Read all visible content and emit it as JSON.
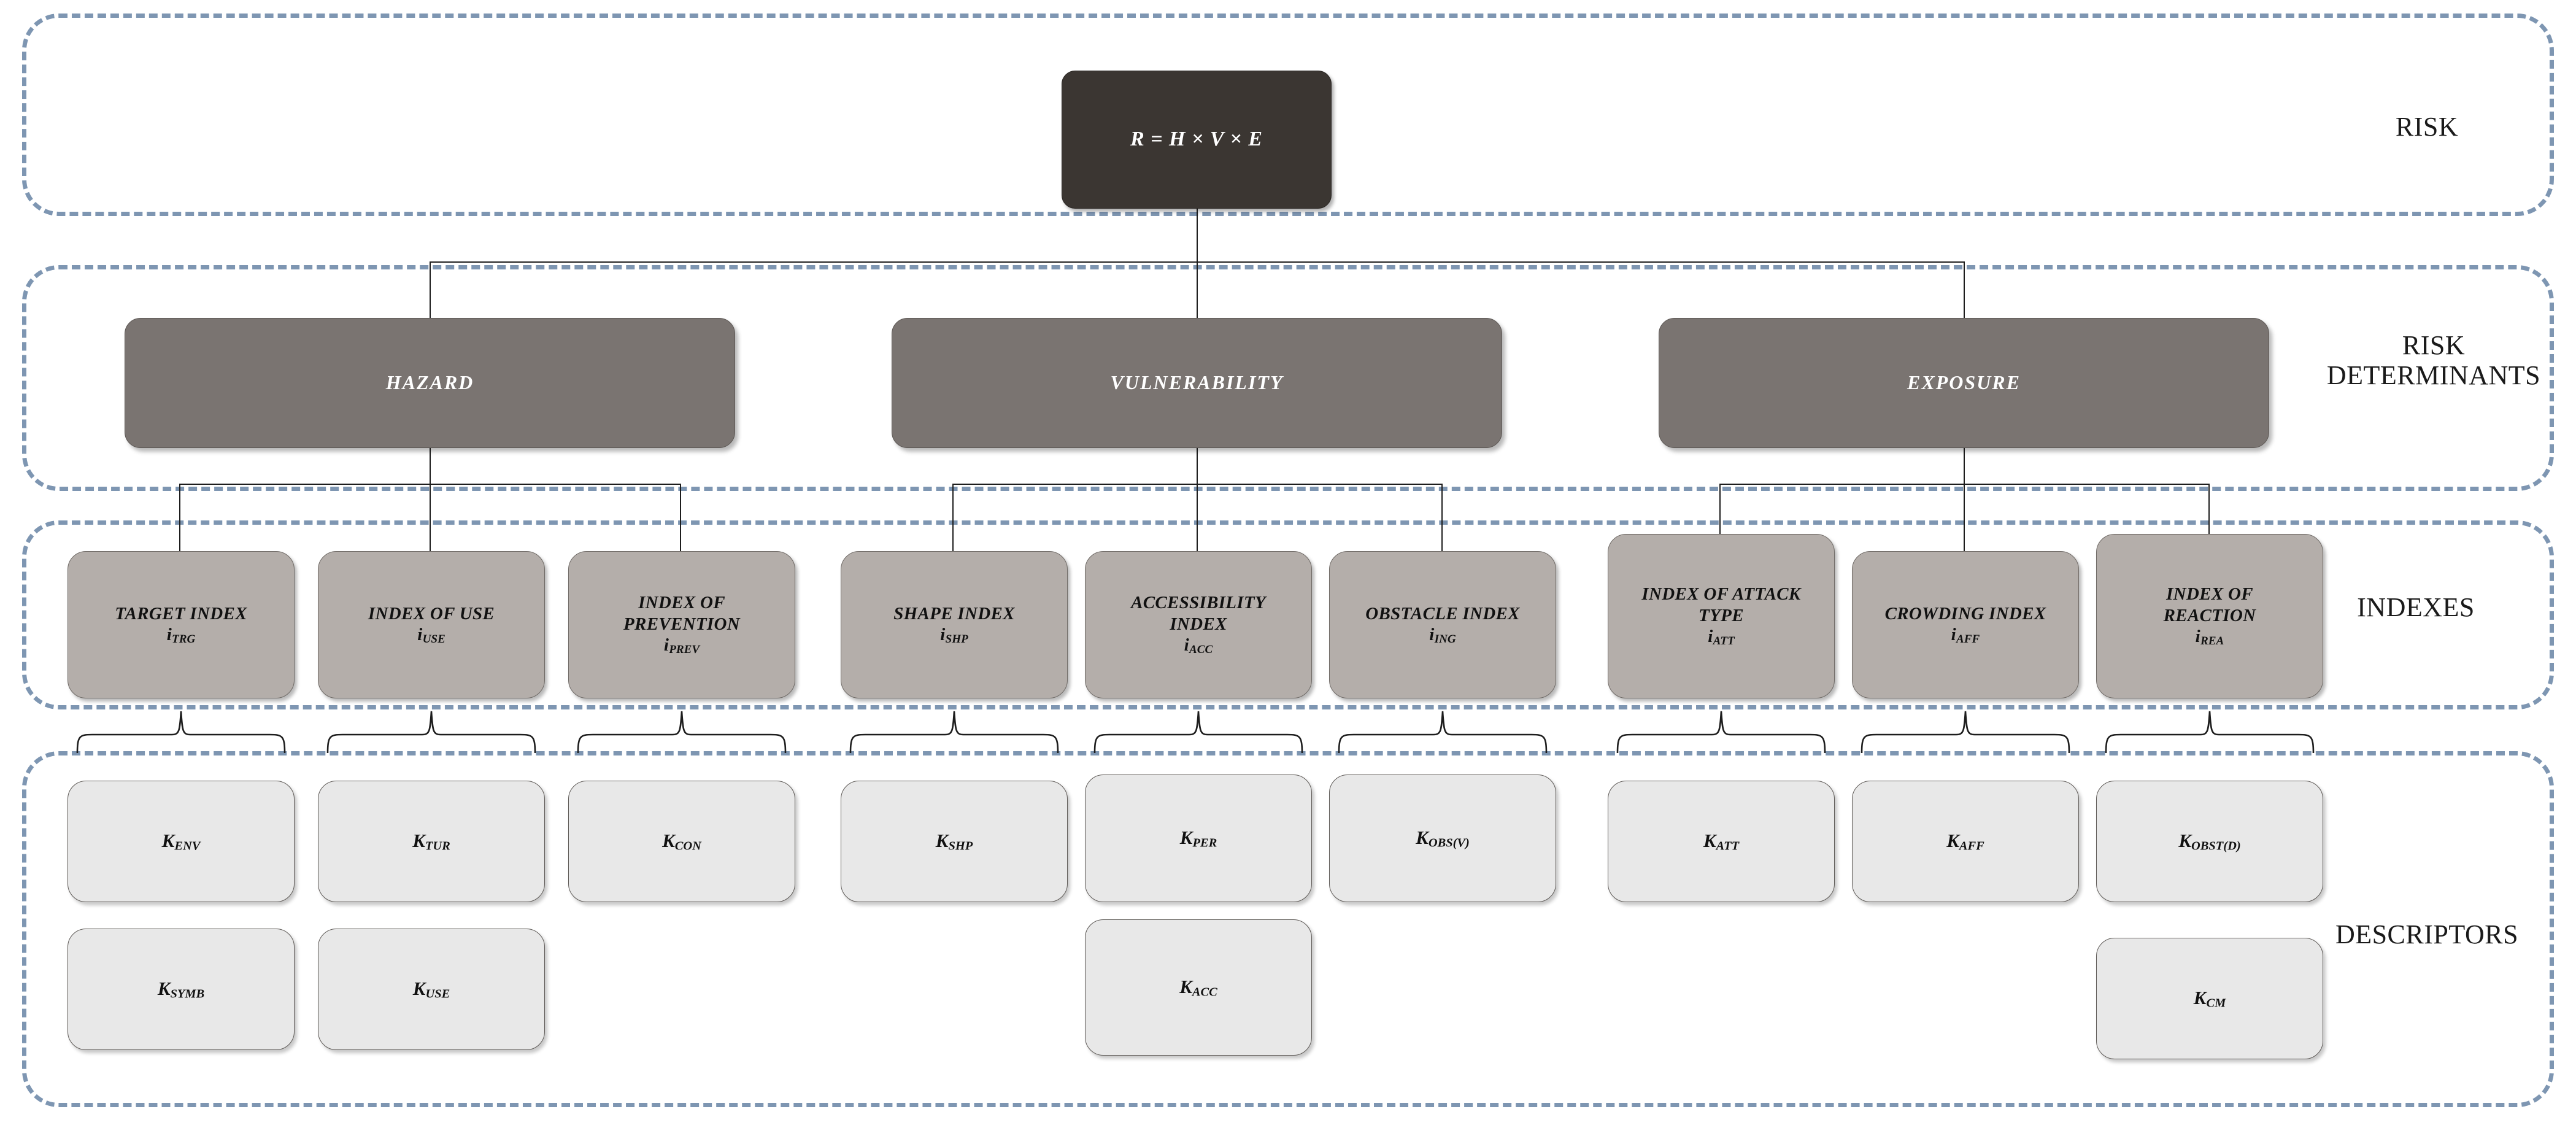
{
  "diagram": {
    "title_equation": "R = H × V × E",
    "colors": {
      "band_dashed": "#7e96b2",
      "root_box": "#3b3632",
      "determinant_box": "#7a7471",
      "index_box": "#b4aeaa",
      "descriptor_box": "#e8e8e8",
      "connector_line": "#1d1d1d",
      "root_text": "#ffffff",
      "determinant_text": "#ffffff",
      "index_text": "#111111",
      "descriptor_text": "#111111"
    }
  },
  "bands": [
    {
      "id": "risk",
      "label": "RISK"
    },
    {
      "id": "risk-determinants",
      "label": "RISK\nDETERMINANTS"
    },
    {
      "id": "indexes",
      "label": "INDEXES"
    },
    {
      "id": "descriptors",
      "label": "DESCRIPTORS"
    }
  ],
  "root": {
    "equation_plain": "R = H × V × E",
    "R": "R",
    "equals": "=",
    "H": "H",
    "times1": "×",
    "V": "V",
    "times2": "×",
    "E": "E"
  },
  "determinants": [
    {
      "id": "hazard",
      "label": "HAZARD"
    },
    {
      "id": "vulnerability",
      "label": "VULNERABILITY"
    },
    {
      "id": "exposure",
      "label": "EXPOSURE"
    }
  ],
  "indexes": [
    {
      "id": "target",
      "parent": "hazard",
      "line1": "TARGET INDEX",
      "line2": "",
      "symbol": "i",
      "subscript": "TRG"
    },
    {
      "id": "use",
      "parent": "hazard",
      "line1": "INDEX OF USE",
      "line2": "",
      "symbol": "i",
      "subscript": "USE"
    },
    {
      "id": "prevention",
      "parent": "hazard",
      "line1": "INDEX OF",
      "line2": "PREVENTION",
      "symbol": "i",
      "subscript": "PREV"
    },
    {
      "id": "shape",
      "parent": "vulnerability",
      "line1": "SHAPE INDEX",
      "line2": "",
      "symbol": "i",
      "subscript": "SHP"
    },
    {
      "id": "accessibility",
      "parent": "vulnerability",
      "line1": "ACCESSIBILITY",
      "line2": "INDEX",
      "symbol": "i",
      "subscript": "ACC"
    },
    {
      "id": "obstacle",
      "parent": "vulnerability",
      "line1": "OBSTACLE INDEX",
      "line2": "",
      "symbol": "i",
      "subscript": "ING"
    },
    {
      "id": "attack-type",
      "parent": "exposure",
      "line1": "INDEX OF ATTACK",
      "line2": "TYPE",
      "symbol": "i",
      "subscript": "ATT"
    },
    {
      "id": "crowding",
      "parent": "exposure",
      "line1": "CROWDING INDEX",
      "line2": "",
      "symbol": "i",
      "subscript": "AFF"
    },
    {
      "id": "reaction",
      "parent": "exposure",
      "line1": "INDEX OF",
      "line2": "REACTION",
      "symbol": "i",
      "subscript": "REA"
    }
  ],
  "descriptors": [
    {
      "id": "k-env",
      "parent": "target",
      "row": 1,
      "symbol": "K",
      "subscript": "ENV"
    },
    {
      "id": "k-tur",
      "parent": "use",
      "row": 1,
      "symbol": "K",
      "subscript": "TUR"
    },
    {
      "id": "k-con",
      "parent": "prevention",
      "row": 1,
      "symbol": "K",
      "subscript": "CON"
    },
    {
      "id": "k-shp",
      "parent": "shape",
      "row": 1,
      "symbol": "K",
      "subscript": "SHP"
    },
    {
      "id": "k-per",
      "parent": "accessibility",
      "row": 1,
      "symbol": "K",
      "subscript": "PER"
    },
    {
      "id": "k-obsv",
      "parent": "obstacle",
      "row": 1,
      "symbol": "K",
      "subscript": "OBS(V)"
    },
    {
      "id": "k-att",
      "parent": "attack-type",
      "row": 1,
      "symbol": "K",
      "subscript": "ATT"
    },
    {
      "id": "k-aff",
      "parent": "crowding",
      "row": 1,
      "symbol": "K",
      "subscript": "AFF"
    },
    {
      "id": "k-obstd",
      "parent": "reaction",
      "row": 1,
      "symbol": "K",
      "subscript": "OBST(D)"
    },
    {
      "id": "k-symb",
      "parent": "target",
      "row": 2,
      "symbol": "K",
      "subscript": "SYMB"
    },
    {
      "id": "k-use",
      "parent": "use",
      "row": 2,
      "symbol": "K",
      "subscript": "USE"
    },
    {
      "id": "k-acc",
      "parent": "accessibility",
      "row": 2,
      "symbol": "K",
      "subscript": "ACC"
    },
    {
      "id": "k-cm",
      "parent": "reaction",
      "row": 2,
      "symbol": "K",
      "subscript": "CM"
    }
  ]
}
